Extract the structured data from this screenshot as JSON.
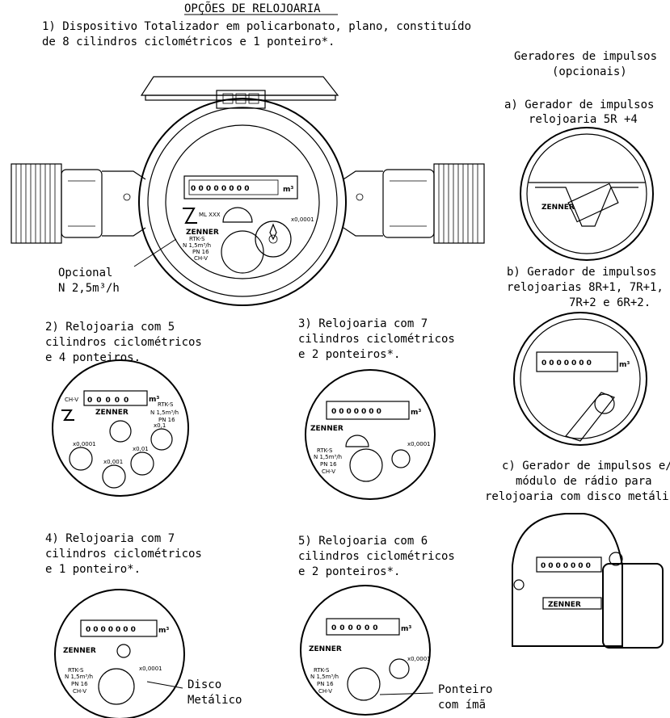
{
  "title": "OPÇÕES DE RELOJOARIA",
  "option1": {
    "line1": "1) Dispositivo Totalizador em policarbonato, plano, constituído",
    "line2": "de 8  cilindros ciclométricos e 1 ponteiro*."
  },
  "optional_note": {
    "line1": "Opcional",
    "line2": "N 2,5m³/h"
  },
  "option2": {
    "line1": "2) Relojoaria com 5",
    "line2": "cilindros ciclométricos",
    "line3": "e 4 ponteiros."
  },
  "option3": {
    "line1": "3) Relojoaria com 7",
    "line2": "cilindros ciclométricos",
    "line3": "e 2 ponteiros*."
  },
  "option4": {
    "line1": "4) Relojoaria com 7",
    "line2": "cilindros ciclométricos",
    "line3": "e 1 ponteiro*."
  },
  "option5": {
    "line1": "5) Relojoaria com 6",
    "line2": "cilindros ciclométricos",
    "line3": "e 2 ponteiros*."
  },
  "disco_note": {
    "line1": "Disco",
    "line2": "Metálico"
  },
  "ponteiro_note": {
    "line1": "Ponteiro",
    "line2": "com ímã"
  },
  "generators": {
    "heading1": "Geradores de impulsos",
    "heading2": "(opcionais)",
    "a1": "a) Gerador de impulsos",
    "a2": "relojoaria 5R +4",
    "b1": "b) Gerador de impulsos",
    "b2": "relojoarias 8R+1, 7R+1,",
    "b3": "7R+2 e 6R+2.",
    "c1": "c) Gerador de impulsos e/ou",
    "c2": "módulo de rádio para",
    "c3": "relojoaria com disco metálico"
  },
  "dial_text": {
    "brand": "ZENNER",
    "model": "RTK-S",
    "flow": "N 1,5m³/h",
    "pn": "PN 16",
    "chv": "CH-V",
    "unit": "m³",
    "mult": "x0,0001",
    "mult_b": "x0,001",
    "mult_c": "x0,01",
    "mult_d": "x0,1",
    "mlxxx": "ML XXX",
    "counter5": "00000",
    "digits8": "00000000",
    "digits7": "0000000",
    "digits6": "000000",
    "gen_label": "ZENNER"
  }
}
